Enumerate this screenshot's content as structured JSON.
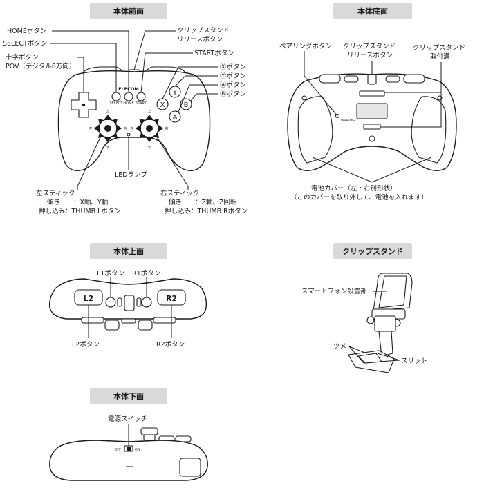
{
  "headers": {
    "front": "本体前面",
    "bottom": "本体底面",
    "top": "本体上面",
    "clip": "クリップスタンド",
    "underside": "本体下面"
  },
  "front": {
    "home_button": "HOMEボタン",
    "select_button": "SELECTボタン",
    "dpad_button": "十字ボタン",
    "pov": "POV（デジタル8方向）",
    "clip_release_line1": "クリップスタンド",
    "clip_release_line2": "リリースボタン",
    "start_button": "STARTボタン",
    "x_button": "Ⓧボタン",
    "y_button": "Ⓨボタン",
    "a_button": "Ⓐボタン",
    "b_button": "Ⓑボタン",
    "led_lamp": "LEDランプ",
    "left_stick_title": "左スティック",
    "left_stick_tilt": "傾き　　：X軸、Y軸",
    "left_stick_press": "押し込み：THUMB Lボタン",
    "right_stick_title": "右スティック",
    "right_stick_tilt": "傾き　　：Z軸、Z回転",
    "right_stick_press": "押し込み：THUMB Rボタン",
    "brand": "ELECOM",
    "small_select": "SELECT",
    "small_home": "HOME",
    "small_start": "START",
    "btn_x": "X",
    "btn_y": "Y",
    "btn_a": "A",
    "btn_b": "B",
    "dir_up": "上",
    "dir_down": "下",
    "dir_left": "左",
    "dir_right": "右"
  },
  "bottom": {
    "pairing_button": "ペアリングボタン",
    "clip_release_line1": "クリップスタンド",
    "clip_release_line2": "リリースボタン",
    "clip_groove_line1": "クリップスタンド",
    "clip_groove_line2": "取付溝",
    "battery_cover_line1": "電池カバー（左・右別形状）",
    "battery_cover_line2": "（このカバーを取り外して、電池を入れます）",
    "small_pairing": "PAIRING"
  },
  "top": {
    "l1_button": "L1ボタン",
    "r1_button": "R1ボタン",
    "l2_button": "L2ボタン",
    "r2_button": "R2ボタン",
    "l2_key": "L2",
    "r2_key": "R2"
  },
  "clip": {
    "phone_mount": "スマートフォン設置部",
    "claw": "ツメ",
    "slit": "スリット"
  },
  "underside": {
    "power_switch": "電源スイッチ",
    "off": "OFF",
    "on": "ON"
  }
}
